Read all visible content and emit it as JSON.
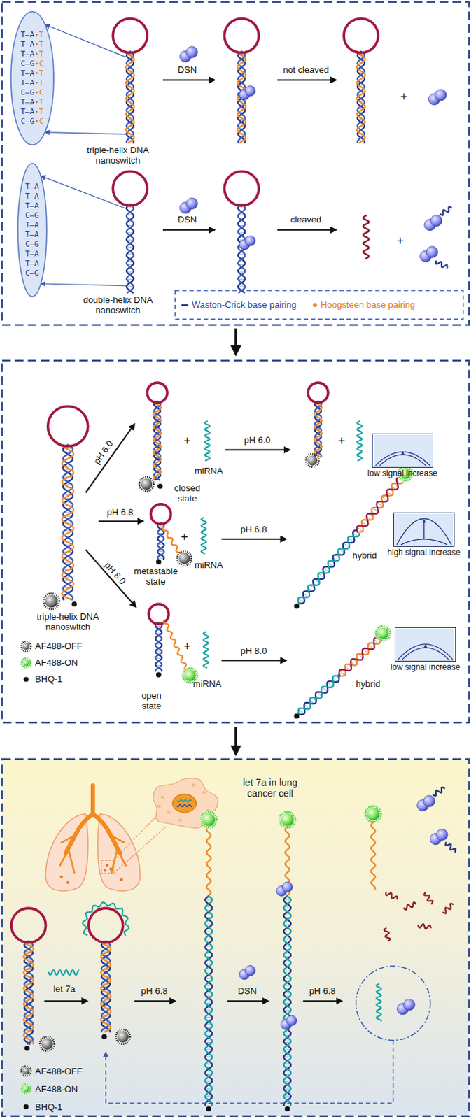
{
  "diagram": {
    "nodes": [
      {
        "text": [
          "T–A•T",
          "T–A•T",
          "T–A•T",
          "C–G•C",
          "T–A•T",
          "T–A•T",
          "C–G•C",
          "T–A•T",
          "T–A•T",
          "C–G•C"
        ]
      },
      {
        "text": [
          "T–A",
          "T–A",
          "T–A",
          "C–G",
          "T–A",
          "T–A",
          "C–G",
          "T–A",
          "T–A",
          "C–G"
        ]
      },
      {
        "text": [
          "low signal increase"
        ]
      },
      {
        "text": [
          "high signal increase"
        ]
      },
      {
        "text": [
          "low signal increase"
        ]
      }
    ],
    "labels": [
      "triple-helix DNA nanoswitch",
      "DSN",
      "not cleaved",
      "+",
      "double-helix DNA nanoswitch",
      "DSN",
      "cleaved",
      "+",
      "pH 6.0",
      "pH 6.8",
      "pH 8.0",
      "triple-helix DNA nanoswitch",
      "closed state",
      "+",
      "miRNA",
      "pH 6.0",
      "+",
      "metastable state",
      "+",
      "miRNA",
      "pH 6.8",
      "hybrid",
      "open state",
      "+",
      "miRNA",
      "pH 8.0",
      "hybrid",
      "let 7a in lung cancer cell",
      "let 7a",
      "pH 6.8",
      "DSN",
      "pH 6.8"
    ],
    "legend": [
      {
        "text": "Waston-Crick base pairing"
      },
      {
        "text": "Hoogsteen base pairing"
      },
      {
        "text": "AF488-OFF"
      },
      {
        "text": "AF488-ON"
      },
      {
        "text": "BHQ-1"
      },
      {
        "text": "AF488-OFF"
      },
      {
        "text": "AF488-ON"
      },
      {
        "text": "BHQ-1"
      }
    ]
  }
}
